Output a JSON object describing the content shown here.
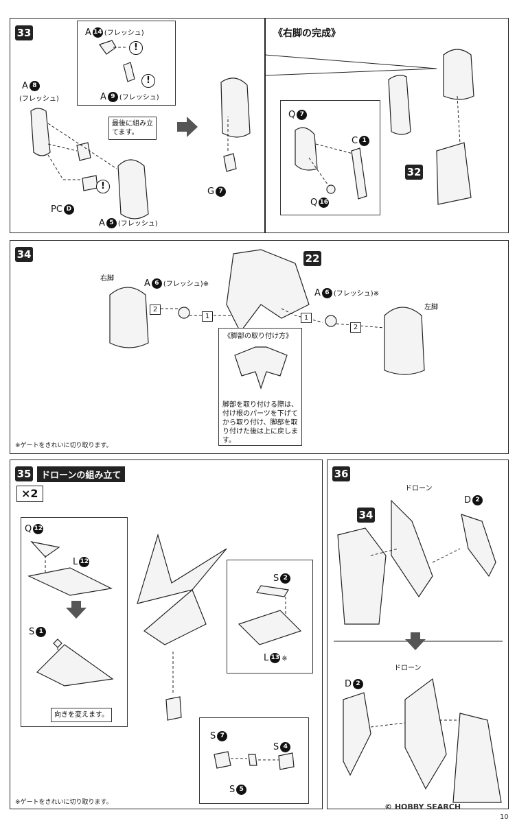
{
  "steps": {
    "s33": {
      "num": "33",
      "labels": {
        "a14": "A",
        "a14_num": "14",
        "a14_note": "(フレッシュ)",
        "a9": "A",
        "a9_num": "9",
        "a9_note": "(フレッシュ)",
        "a8": "A",
        "a8_num": "8",
        "a8_note": "(フレッシュ)",
        "callout": "最後に組み立てます。",
        "pcd": "PC",
        "pcd_num": "D",
        "a5": "A",
        "a5_num": "5",
        "a5_note": "(フレッシュ)",
        "g7": "G",
        "g7_num": "7"
      },
      "right_leg_title": "《右脚の完成》",
      "q7": "Q",
      "q7_num": "7",
      "c1": "C",
      "c1_num": "1",
      "q16": "Q",
      "q16_num": "16",
      "ref32": "32"
    },
    "s34": {
      "num": "34",
      "ref22": "22",
      "right_leg": "右脚",
      "left_leg": "左脚",
      "a6_left": "A",
      "a6_left_num": "6",
      "a6_left_note": "(フレッシュ)※",
      "a6_right": "A",
      "a6_right_num": "6",
      "a6_right_note": "(フレッシュ)※",
      "seq1": "1",
      "seq2": "2",
      "inset_title": "《脚部の取り付け方》",
      "inset_text": "脚部を取り付ける際は、付け根のパーツを下げてから取り付け、脚部を取り付けた後は上に戻します。",
      "gate_note": "※ゲートをきれいに切り取ります。"
    },
    "s35": {
      "num": "35",
      "title": "ドローンの組み立て",
      "multiplier": "×2",
      "q12": "Q",
      "q12_num": "12",
      "l12": "L",
      "l12_num": "12",
      "s1": "S",
      "s1_num": "1",
      "turn_note": "向きを変えます。",
      "s2": "S",
      "s2_num": "2",
      "l13": "L",
      "l13_num": "13",
      "l13_note": "※",
      "s7": "S",
      "s7_num": "7",
      "s4": "S",
      "s4_num": "4",
      "s5": "S",
      "s5_num": "5",
      "gate_note": "※ゲートをきれいに切り取ります。"
    },
    "s36": {
      "num": "36",
      "ref34": "34",
      "drone_top": "ドローン",
      "d2_top": "D",
      "d2_top_num": "2",
      "drone_bottom": "ドローン",
      "d2_bottom": "D",
      "d2_bottom_num": "2"
    }
  },
  "footer": {
    "watermark": "© HOBBY SEARCH",
    "page_number": "10"
  }
}
